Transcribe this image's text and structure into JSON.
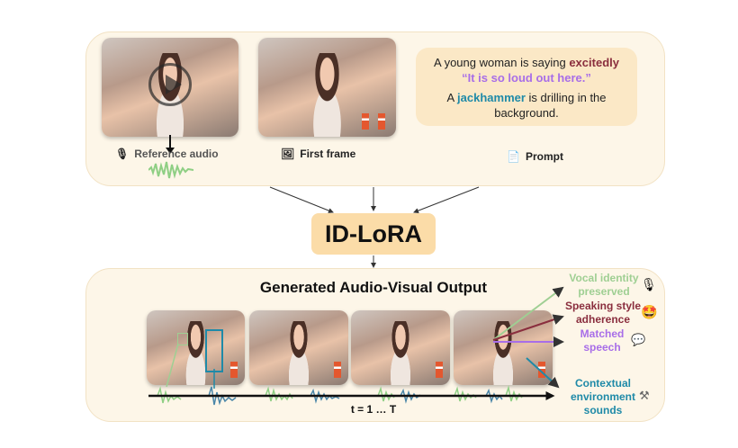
{
  "top": {
    "reference_label": "Reference audio",
    "first_frame_label": "First frame",
    "prompt_label": "Prompt",
    "prompt": {
      "line1_prefix": "A young woman is saying ",
      "line1_emph": "excitedly",
      "quote": "“It is so loud out here.”",
      "line2_prefix": "A ",
      "line2_emph": "jackhammer",
      "line2_suffix": " is drilling in the background."
    }
  },
  "model": {
    "name": "ID-LoRA"
  },
  "bottom": {
    "title": "Generated Audio-Visual Output",
    "timeline": "t = 1 … T",
    "labels": [
      {
        "text": "Vocal identity preserved",
        "color": "#9fcf93",
        "icon": "microphone-icon"
      },
      {
        "text": "Speaking style adherence",
        "color": "#8a2e3e",
        "icon": "excited-face-icon"
      },
      {
        "text": "Matched speech",
        "color": "#a86ee8",
        "icon": "speech-bubble-icon"
      },
      {
        "text": "Contextual environment sounds",
        "color": "#1f8aa8",
        "icon": "jackhammer-icon"
      }
    ]
  }
}
